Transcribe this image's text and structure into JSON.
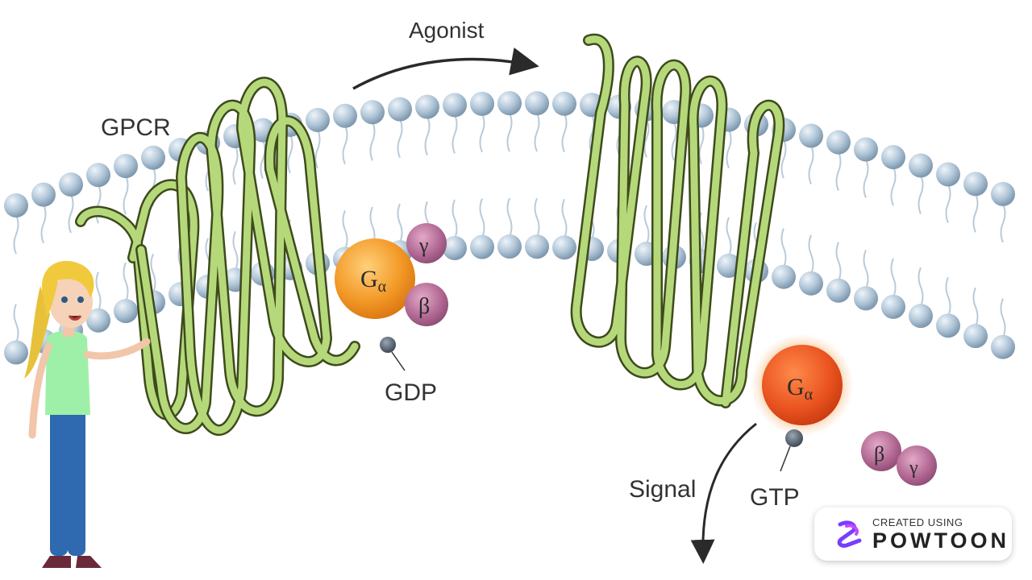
{
  "labels": {
    "gpcr": "GPCR",
    "agonist": "Agonist",
    "gdp": "GDP",
    "gtp": "GTP",
    "signal": "Signal"
  },
  "subunits": {
    "g_alpha_main": "G",
    "g_alpha_sub": "α",
    "gamma": "γ",
    "beta": "β"
  },
  "watermark": {
    "line1": "CREATED USING",
    "line2": "POWTOON"
  },
  "colors": {
    "helix": "#b5d97a",
    "helix_outline": "#3e4a1c",
    "lipid_head": "#aec4d6",
    "g_alpha_inactive": "#f39a28",
    "g_alpha_active": "#e9531f",
    "beta_gamma": "#b06792",
    "nucleotide": "#4c5a66",
    "powtoon_purple": "#7a3cff"
  }
}
